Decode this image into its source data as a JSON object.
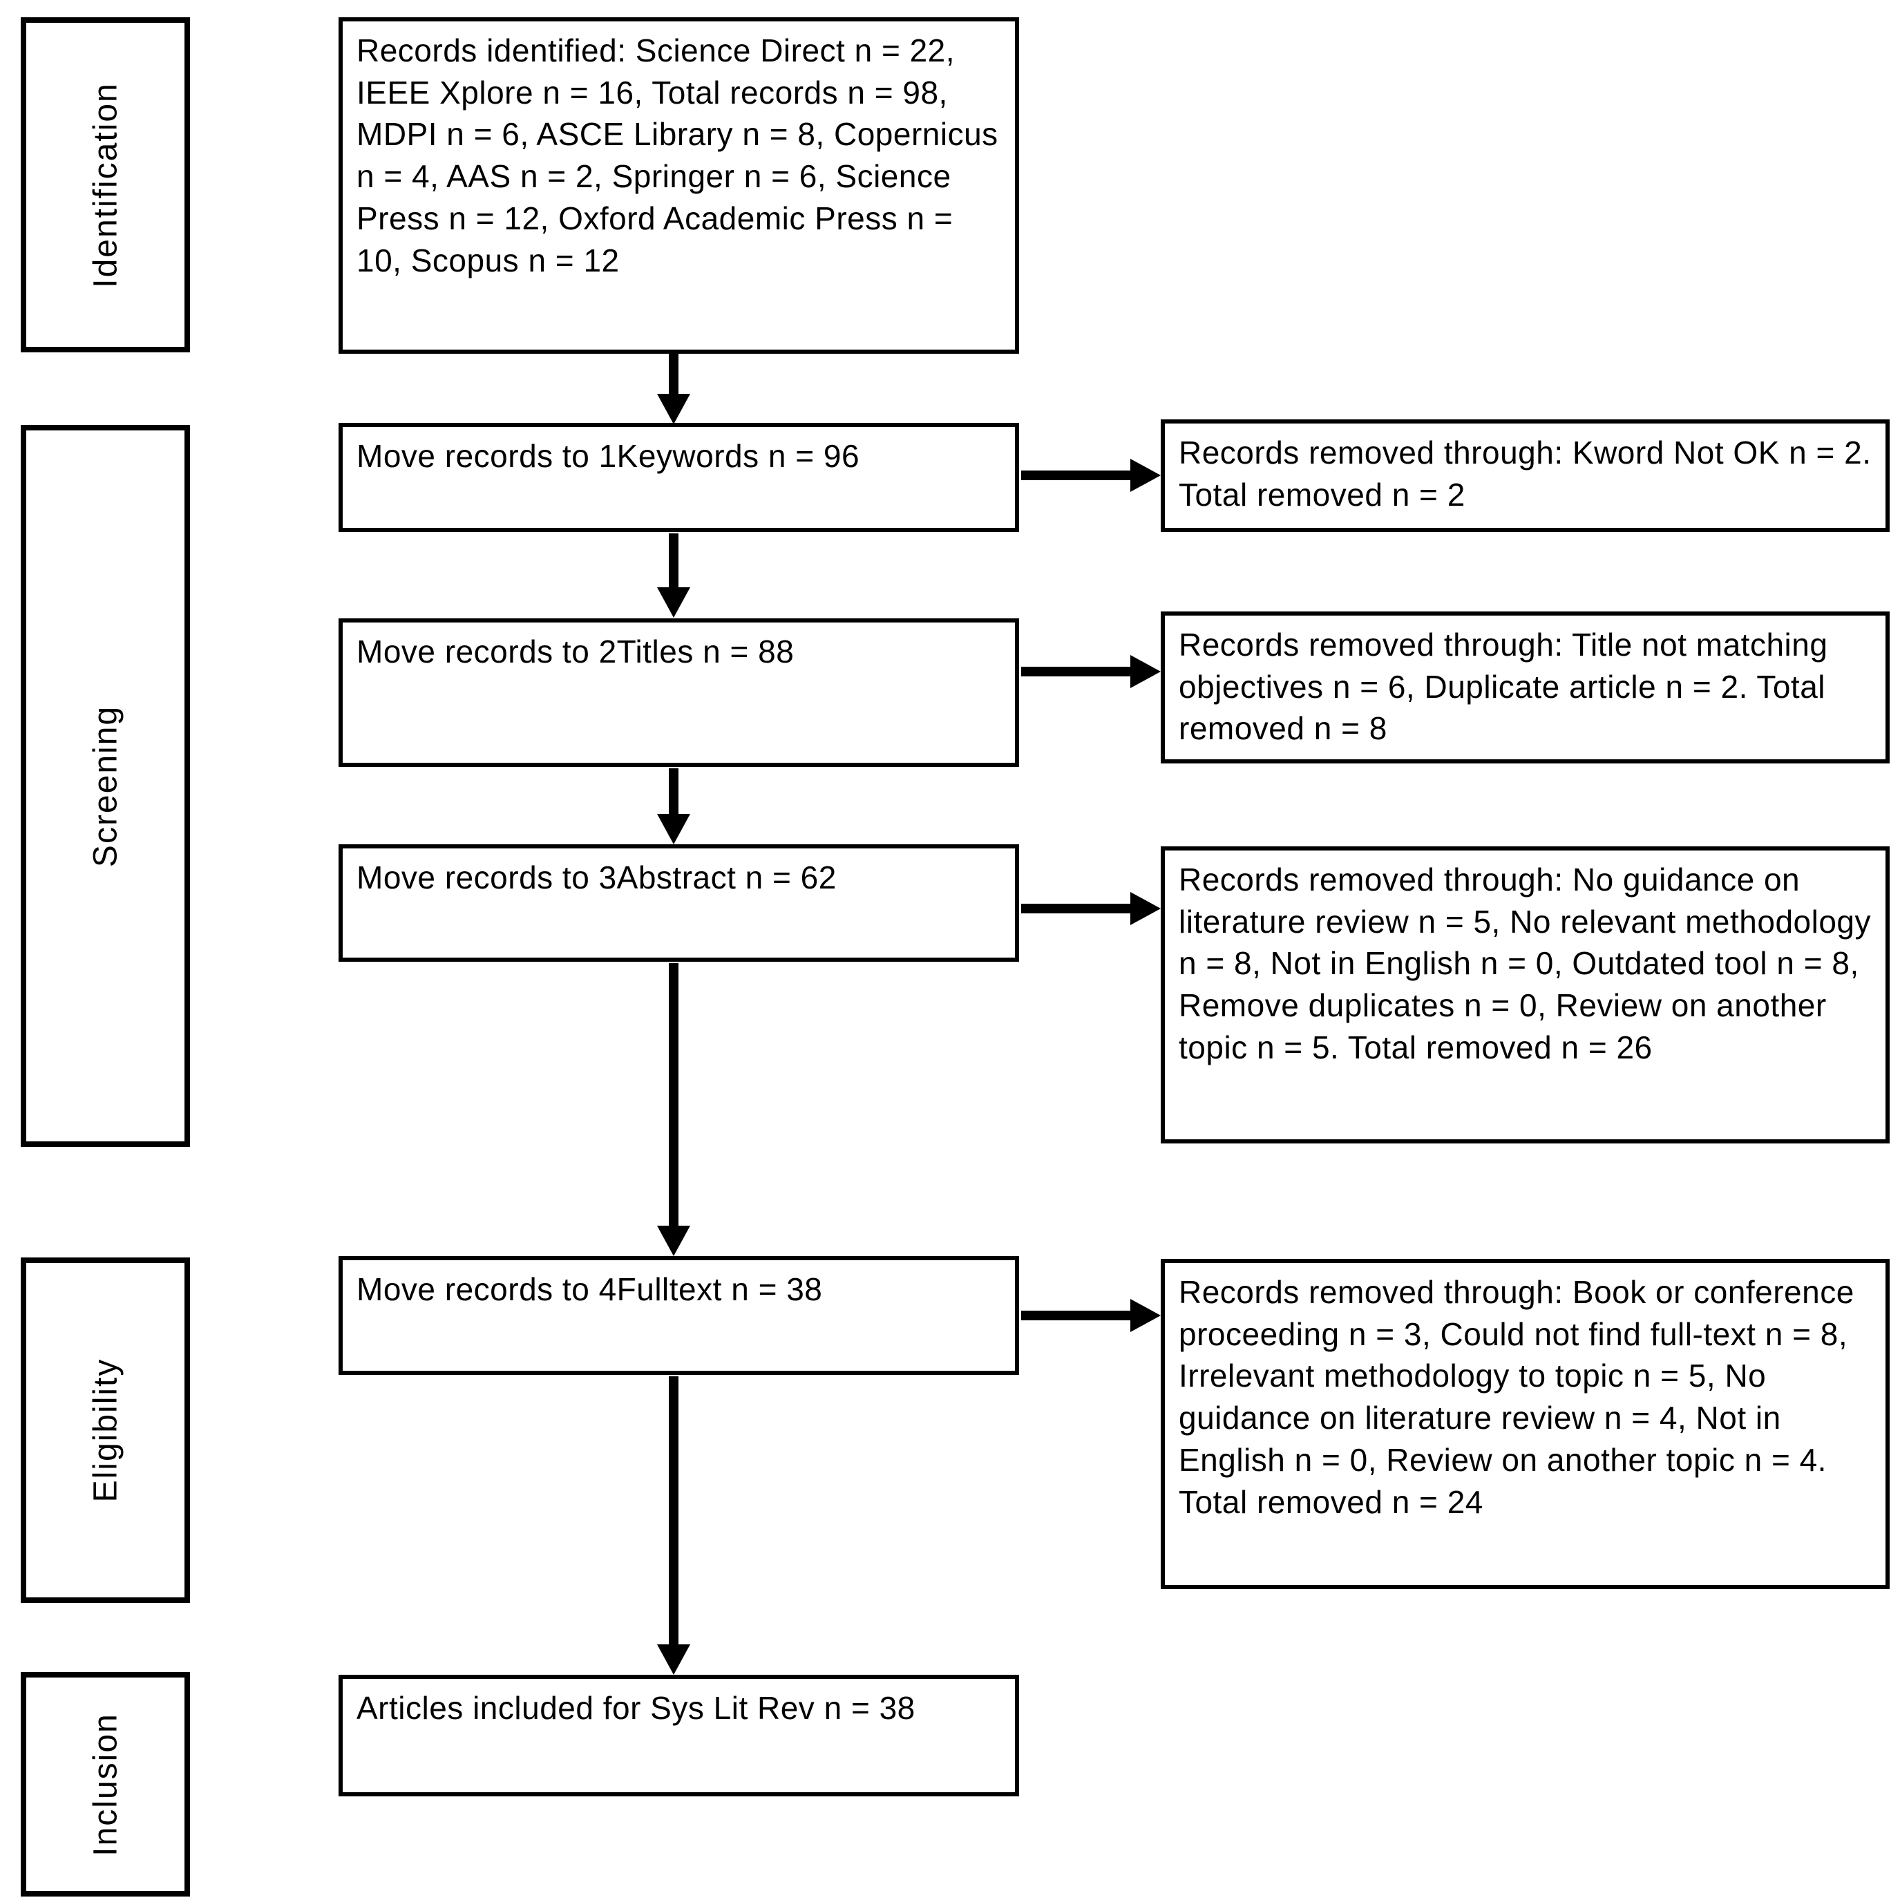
{
  "stages": [
    {
      "label": "Identification"
    },
    {
      "label": "Screening"
    },
    {
      "label": "Eligibility"
    },
    {
      "label": "Inclusion"
    }
  ],
  "flow": [
    {
      "text": "Records identified: Science Direct n = 22, IEEE Xplore n = 16, Total records n = 98, MDPI n = 6, ASCE Library n = 8, Copernicus n = 4, AAS n = 2, Springer n = 6, Science Press n = 12, Oxford Academic Press n = 10, Scopus n = 12"
    },
    {
      "text": "Move records to 1Keywords n = 96"
    },
    {
      "text": "Move records to 2Titles n = 88"
    },
    {
      "text": "Move records to 3Abstract n = 62"
    },
    {
      "text": "Move records to 4Fulltext n = 38"
    },
    {
      "text": "Articles included for Sys Lit Rev n = 38"
    }
  ],
  "removals": [
    {
      "text": "Records removed through: Kword Not OK n = 2. Total removed n = 2"
    },
    {
      "text": "Records removed through: Title not matching objectives n = 6, Duplicate article n = 2. Total removed n = 8"
    },
    {
      "text": "Records removed through: No guidance on literature review n = 5, No relevant methodology n = 8, Not in English n = 0, Outdated tool n = 8, Remove duplicates n = 0, Review on another topic n = 5. Total removed n = 26"
    },
    {
      "text": "Records removed through: Book or conference proceeding n = 3, Could not find full-text n = 8, Irrelevant methodology to topic n = 5, No guidance on literature review n = 4, Not in English n = 0, Review on another topic n = 4. Total removed n = 24"
    }
  ]
}
